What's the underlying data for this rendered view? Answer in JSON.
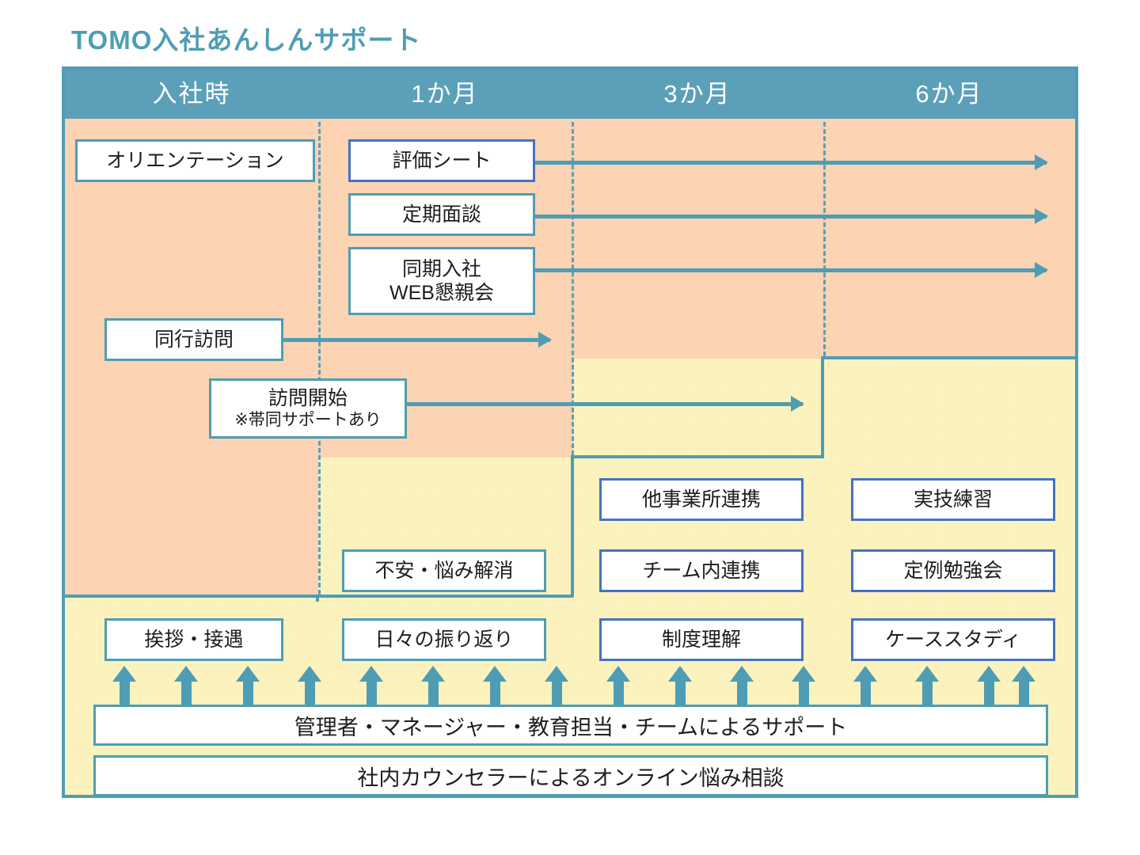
{
  "title": "TOMO入社あんしんサポート",
  "colors": {
    "teal": "#4E9DB5",
    "header_teal": "#5BA0B8",
    "peach": "#FCD3B3",
    "yellow": "#FBF2BE",
    "blue_border": "#4472C4",
    "white": "#FFFFFF"
  },
  "header": {
    "columns": [
      {
        "label": "入社時"
      },
      {
        "label": "1か月"
      },
      {
        "label": "3か月"
      },
      {
        "label": "6か月"
      }
    ]
  },
  "phase_boxes": {
    "orientation": "オリエンテーション",
    "evaluation_sheet": "評価シート",
    "regular_interview": "定期面談",
    "web_party_line1": "同期入社",
    "web_party_line2": "WEB懇親会",
    "accompanied_visit": "同行訪問",
    "visit_start_line1": "訪問開始",
    "visit_start_line2": "※帯同サポートあり"
  },
  "grid_boxes": {
    "other_office": "他事業所連携",
    "practical_training": "実技練習",
    "anxiety_relief": "不安・悩み解消",
    "team_cooperation": "チーム内連携",
    "regular_study": "定例勉強会",
    "greeting": "挨拶・接遇",
    "daily_reflection": "日々の振り返り",
    "system_understanding": "制度理解",
    "case_study": "ケーススタディ"
  },
  "banners": {
    "support": "管理者・マネージャー・教育担当・チームによるサポート",
    "counselor": "社内カウンセラーによるオンライン悩み相談"
  }
}
